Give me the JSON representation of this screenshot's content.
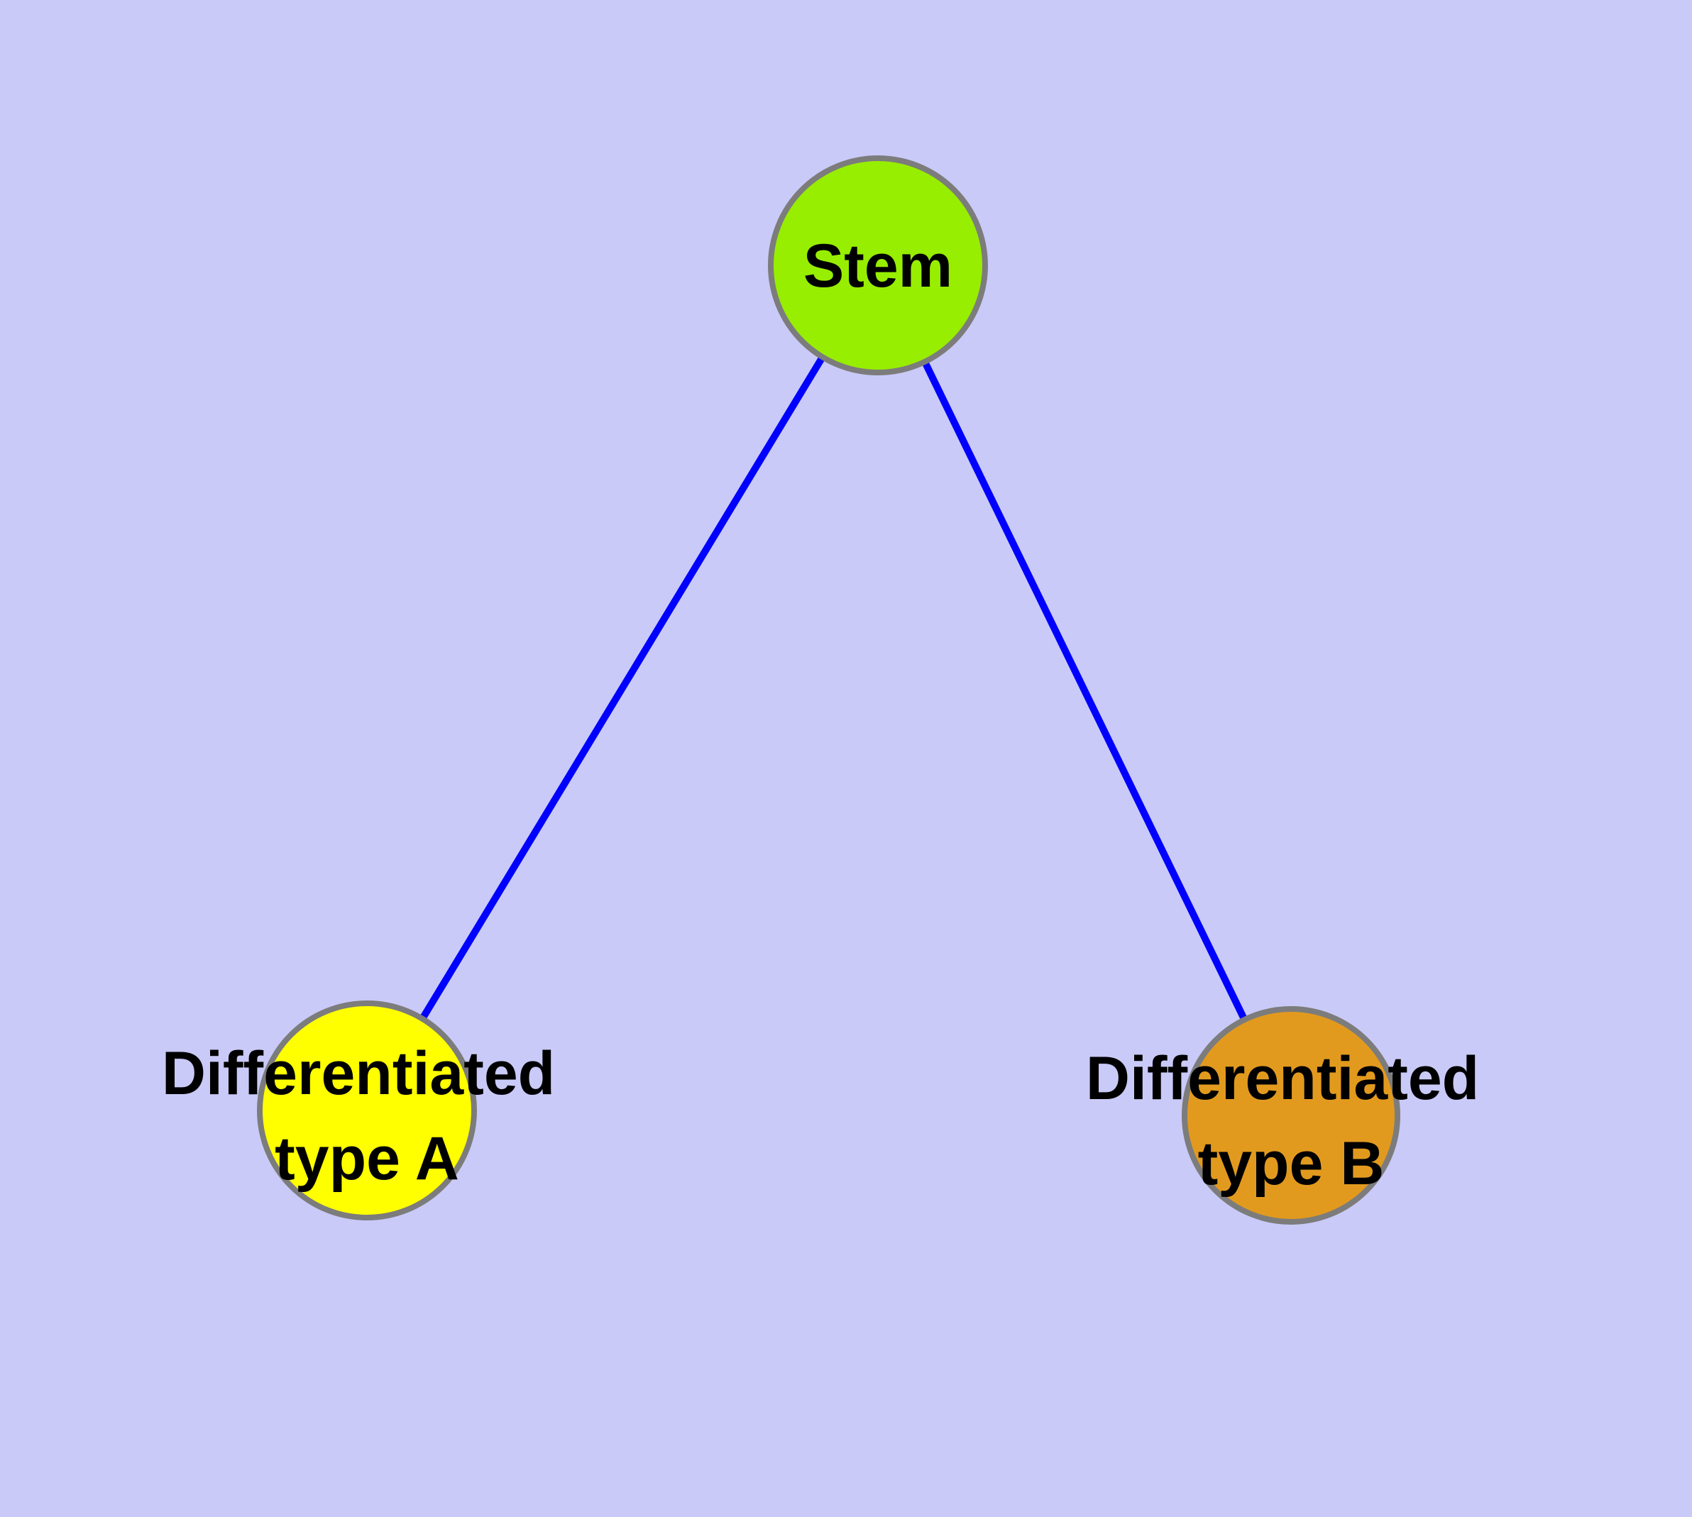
{
  "diagram": {
    "type": "node-link-graph",
    "colors": {
      "background": "#cacaf8",
      "edge": "#0000ff",
      "node_border": "#7c7c7c",
      "text": "#000000"
    },
    "nodes": {
      "stem": {
        "label": "Stem",
        "fill": "#97ee00"
      },
      "type_a": {
        "label_line1": "Differentiated",
        "label_line2": "type A",
        "label_full": "Differentiated type A",
        "fill": "#ffff00"
      },
      "type_b": {
        "label_line1": "Differentiated",
        "label_line2": "type B",
        "label_full": "Differentiated type B",
        "fill": "#e29a1e"
      }
    },
    "edges": [
      {
        "from": "Stem",
        "to": "Differentiated type A"
      },
      {
        "from": "Stem",
        "to": "Differentiated type B"
      }
    ]
  }
}
